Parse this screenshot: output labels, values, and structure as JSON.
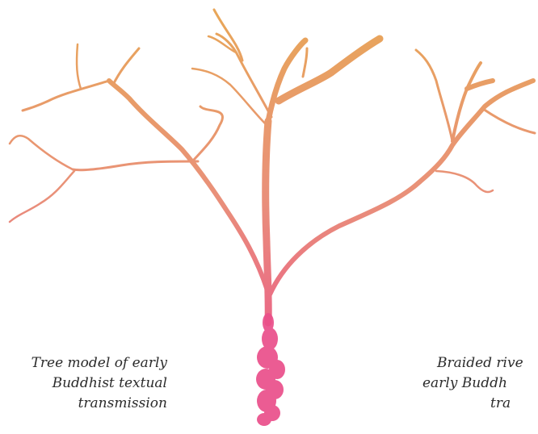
{
  "captions": {
    "left": {
      "line1": "Tree model of early",
      "line2": "Buddhist textual",
      "line3": "transmission"
    },
    "right": {
      "line1": "Braided rive",
      "line2": "early Buddh",
      "line3": "tra"
    }
  },
  "colors": {
    "top": "#e8a659",
    "mid": "#e8787a",
    "base": "#ea4f8a",
    "text": "#2b2b2b"
  }
}
